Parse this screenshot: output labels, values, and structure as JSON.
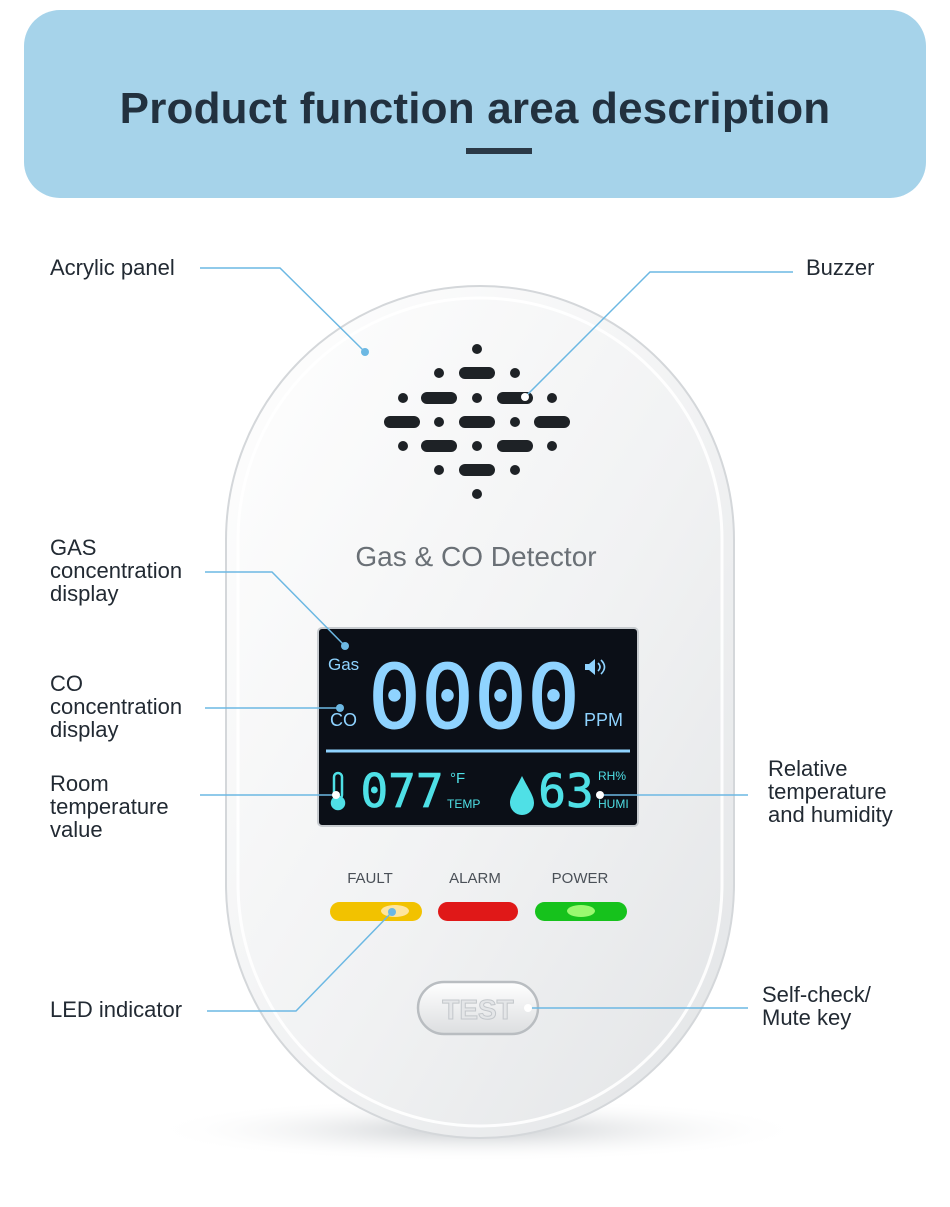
{
  "banner": {
    "title": "Product function area description"
  },
  "callouts": {
    "acrylic_panel": "Acrylic panel",
    "buzzer": "Buzzer",
    "gas_display": "GAS\nconcentration\ndisplay",
    "co_display": "CO\nconcentration\ndisplay",
    "room_temperature": "Room\ntemperature\nvalue",
    "temp_humidity": "Relative\ntemperature\nand humidity",
    "led_indicator": "LED indicator",
    "test_key": "Self-check/\nMute key"
  },
  "device": {
    "product_label": "Gas & CO Detector",
    "lcd": {
      "gas_label": "Gas",
      "co_label": "CO",
      "concentration": "0000",
      "unit": "PPM",
      "temperature": "077",
      "temp_unit": "°F",
      "temp_label": "TEMP",
      "humidity": "63",
      "humidity_unit": "RH%",
      "humidity_label": "HUMI"
    },
    "leds": [
      {
        "label": "FAULT",
        "color": "#f2c200"
      },
      {
        "label": "ALARM",
        "color": "#e01818"
      },
      {
        "label": "POWER",
        "color": "#16c21c"
      }
    ],
    "test_button": "TEST"
  },
  "colors": {
    "banner": "#a6d3ea",
    "leader_line": "#6cb8e3",
    "lcd_background": "#0b0f17",
    "lcd_blue": "#8fd3ff",
    "lcd_cyan": "#4fe0e6"
  }
}
